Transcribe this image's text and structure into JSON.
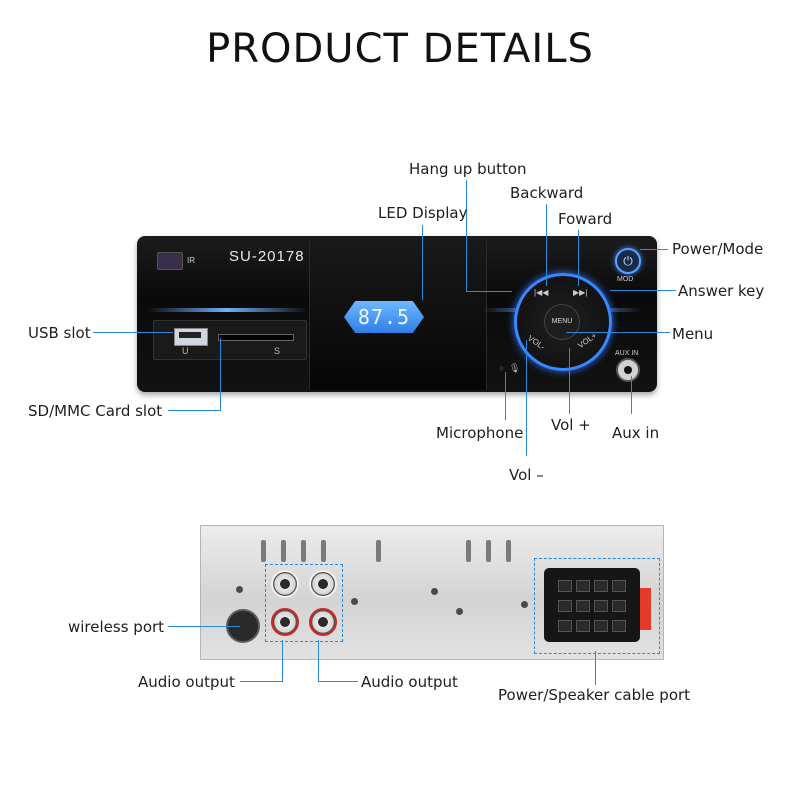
{
  "title": "PRODUCT DETAILS",
  "unit": {
    "model": "SU-20178",
    "ir_label": "IR",
    "display_value": "87.5",
    "usb_letter": "U",
    "sd_letter": "S",
    "menu_label": "MENU",
    "mod_label": "MOD",
    "aux_label": "AUX IN",
    "vol_minus_label": "VOL-",
    "vol_plus_label": "VOL+",
    "prev_label": "|◀◀",
    "next_label": "▶▶|"
  },
  "callouts": {
    "hang_up": "Hang up button",
    "backward": "Backward",
    "forward": "Foward",
    "led_display": "LED Display",
    "power_mode": "Power/Mode",
    "answer_key": "Answer key",
    "usb_slot": "USB slot",
    "menu": "Menu",
    "sd_card": "SD/MMC Card slot",
    "microphone": "Microphone",
    "vol_plus": "Vol +",
    "aux_in": "Aux in",
    "vol_minus": "Vol –",
    "wireless_port": "wireless port",
    "audio_output_1": "Audio output",
    "audio_output_2": "Audio output",
    "power_speaker": "Power/Speaker cable port"
  },
  "colors": {
    "accent": "#2a8ad8",
    "display_glow": "#3a8bff",
    "rca_red": "#d42424",
    "fuse": "#e43a2a"
  }
}
